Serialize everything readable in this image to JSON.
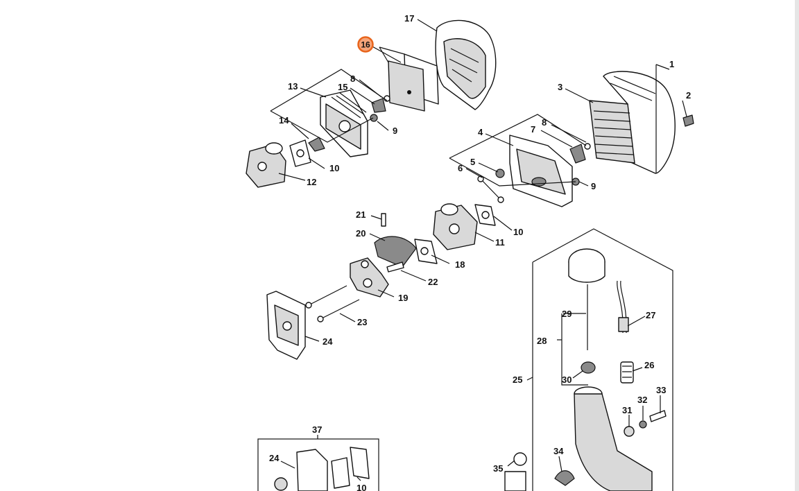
{
  "diagram": {
    "selected_callout": "16",
    "highlight_color": "#e8641b",
    "callouts": [
      "1",
      "2",
      "3",
      "4",
      "5",
      "6",
      "7",
      "8",
      "8",
      "9",
      "9",
      "10",
      "10",
      "10",
      "11",
      "12",
      "13",
      "14",
      "15",
      "16",
      "17",
      "18",
      "19",
      "20",
      "21",
      "22",
      "23",
      "24",
      "24",
      "25",
      "26",
      "27",
      "28",
      "29",
      "30",
      "31",
      "32",
      "33",
      "34",
      "35",
      "37"
    ]
  }
}
